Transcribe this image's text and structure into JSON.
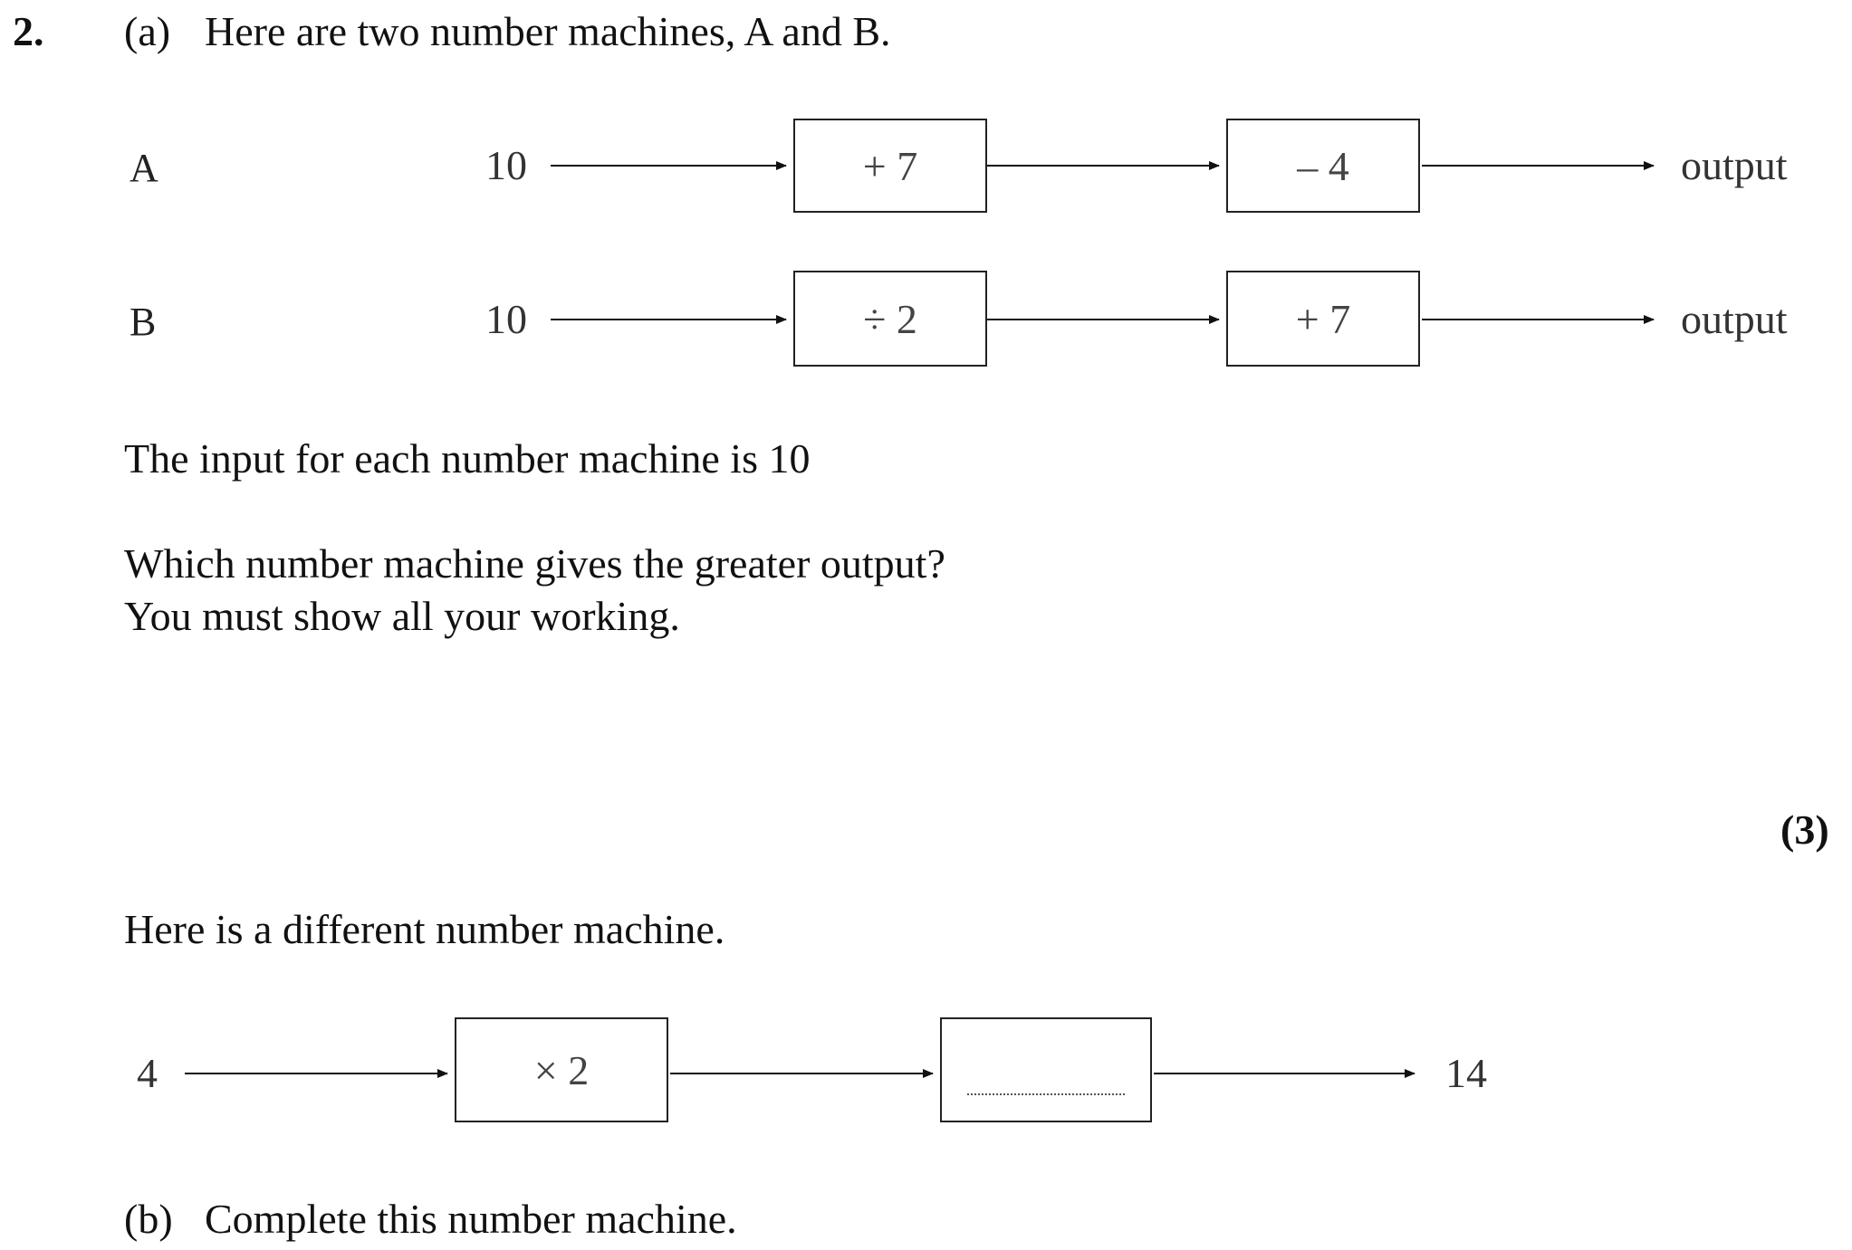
{
  "question": {
    "number": "2.",
    "part_a_label": "(a)",
    "part_a_intro": "Here are two number machines, A and B.",
    "machines": [
      {
        "label": "A",
        "input": "10",
        "op1": "+ 7",
        "op2": "– 4",
        "output": "output"
      },
      {
        "label": "B",
        "input": "10",
        "op1": "÷ 2",
        "op2": "+ 7",
        "output": "output"
      }
    ],
    "input_statement": "The input for each number machine is 10",
    "prompt_line1": "Which number machine gives the greater output?",
    "prompt_line2": "You must show all your working.",
    "marks": "(3)",
    "different_intro": "Here is a different number machine.",
    "machine_c": {
      "input": "4",
      "op1": "× 2",
      "op2": "",
      "output": "14"
    },
    "part_b_label": "(b)",
    "part_b_text": "Complete this number machine."
  }
}
